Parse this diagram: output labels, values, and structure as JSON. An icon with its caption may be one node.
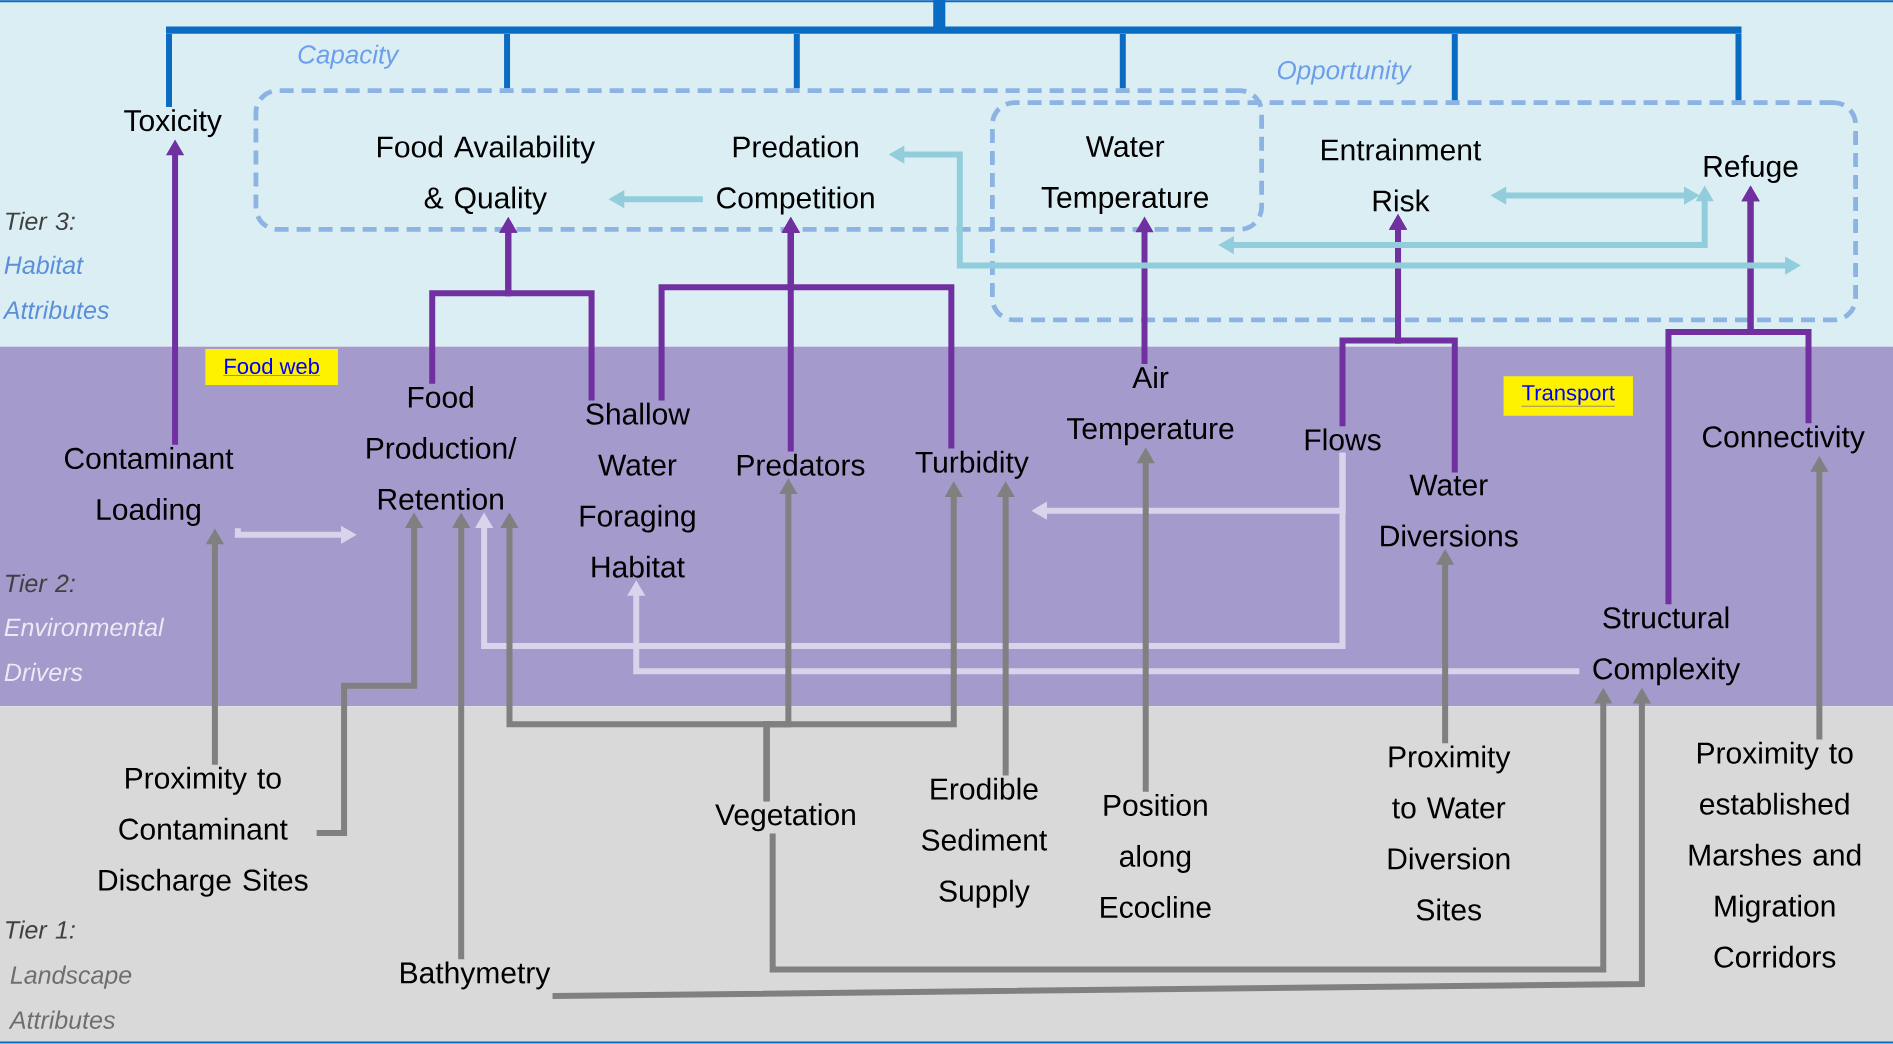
{
  "diagram": {
    "nodes": [
      {
        "text": [
          "Toxicity"
        ]
      },
      {
        "text": [
          "Capacity"
        ]
      },
      {
        "text": [
          "Food Availability & Quality"
        ],
        "in": 1
      },
      {
        "text": [
          "Predation Competition"
        ],
        "in": 1
      },
      {
        "text": [
          "Opportunity"
        ]
      },
      {
        "text": [
          "Water Temperature"
        ]
      },
      {
        "text": [
          "Entrainment Risk"
        ],
        "in": 4
      },
      {
        "text": [
          "Refuge"
        ],
        "in": 4
      },
      {
        "text": [
          "Contaminant Loading"
        ]
      },
      {
        "text": [
          "Food Production/ Retention"
        ]
      },
      {
        "text": [
          "Shallow Water Foraging Habitat"
        ]
      },
      {
        "text": [
          "Predators"
        ]
      },
      {
        "text": [
          "Turbidity"
        ]
      },
      {
        "text": [
          "Air Temperature"
        ]
      },
      {
        "text": [
          "Flows"
        ]
      },
      {
        "text": [
          "Water Diversions"
        ]
      },
      {
        "text": [
          "Connectivity"
        ]
      },
      {
        "text": [
          "Structural Complexity"
        ]
      },
      {
        "text": [
          "Proximity to Contaminant Discharge Sites"
        ]
      },
      {
        "text": [
          "Bathymetry"
        ]
      },
      {
        "text": [
          "Vegetation"
        ]
      },
      {
        "text": [
          "Erodible Sediment Supply"
        ]
      },
      {
        "text": [
          "Position along Ecocline"
        ]
      },
      {
        "text": [
          "Proximity to Water Diversion Sites"
        ]
      },
      {
        "text": [
          "Proximity to established Marshes and Migration Corridors"
        ]
      },
      {
        "text": [
          "Food web"
        ]
      },
      {
        "text": [
          "Transport"
        ]
      },
      {
        "text": [],
        "shape": "bar"
      }
    ],
    "edges": [
      {
        "from": 8,
        "to": 0,
        "arrow": "to",
        "color": "#7030a0"
      },
      {
        "from": 9,
        "to": 2,
        "arrow": "to",
        "color": "#7030a0"
      },
      {
        "from": 10,
        "to": 2,
        "arrow": "to",
        "color": "#7030a0"
      },
      {
        "from": 10,
        "to": 3,
        "arrow": "to",
        "color": "#7030a0"
      },
      {
        "from": 11,
        "to": 3,
        "arrow": "to",
        "color": "#7030a0"
      },
      {
        "from": 12,
        "to": 3,
        "arrow": "to",
        "color": "#7030a0"
      },
      {
        "from": 13,
        "to": 5,
        "arrow": "to",
        "color": "#7030a0"
      },
      {
        "from": 14,
        "to": 6,
        "arrow": "to",
        "color": "#7030a0"
      },
      {
        "from": 15,
        "to": 6,
        "arrow": "to",
        "color": "#7030a0"
      },
      {
        "from": 17,
        "to": 7,
        "arrow": "to",
        "color": "#7030a0"
      },
      {
        "from": 16,
        "to": 7,
        "arrow": "to",
        "color": "#7030a0"
      },
      {
        "from": 3,
        "to": 2,
        "arrow": "to",
        "color": "#92cddc"
      },
      {
        "from": 6,
        "to": 7,
        "arrow": "both",
        "color": "#92cddc"
      },
      {
        "from": 5,
        "to": 7,
        "arrow": "both",
        "color": "#92cddc"
      },
      {
        "from": 3,
        "to": 7,
        "arrow": "both",
        "color": "#92cddc"
      },
      {
        "from": 8,
        "to": 9,
        "arrow": "to",
        "color": "#dad3ec"
      },
      {
        "from": 14,
        "to": 12,
        "arrow": "to",
        "color": "#dad3ec"
      },
      {
        "from": 14,
        "to": 9,
        "arrow": "to",
        "color": "#dad3ec"
      },
      {
        "from": 17,
        "to": 10,
        "arrow": "to",
        "color": "#dad3ec"
      },
      {
        "from": 18,
        "to": 8,
        "arrow": "to"
      },
      {
        "from": 18,
        "to": 9,
        "arrow": "to"
      },
      {
        "from": 19,
        "to": 9,
        "arrow": "to"
      },
      {
        "from": 20,
        "to": 9,
        "arrow": "to"
      },
      {
        "from": 20,
        "to": 11,
        "arrow": "to"
      },
      {
        "from": 20,
        "to": 12,
        "arrow": "to"
      },
      {
        "from": 21,
        "to": 12,
        "arrow": "to"
      },
      {
        "from": 22,
        "to": 13,
        "arrow": "to"
      },
      {
        "from": 23,
        "to": 15,
        "arrow": "to"
      },
      {
        "from": 24,
        "to": 16,
        "arrow": "to"
      },
      {
        "from": 20,
        "to": 17,
        "arrow": "to"
      },
      {
        "from": 19,
        "to": 17,
        "arrow": "to"
      },
      {
        "from": 27,
        "to": 0,
        "arrow": "none",
        "color": "#0a6bc2"
      },
      {
        "from": 27,
        "to": 1,
        "arrow": "none",
        "color": "#0a6bc2"
      },
      {
        "from": 27,
        "to": 1,
        "arrow": "none",
        "color": "#0a6bc2"
      },
      {
        "from": 27,
        "to": 1,
        "arrow": "none",
        "color": "#0a6bc2"
      },
      {
        "from": 27,
        "to": 4,
        "arrow": "none",
        "color": "#0a6bc2"
      },
      {
        "from": 27,
        "to": 4,
        "arrow": "none",
        "color": "#0a6bc2"
      }
    ],
    "labels": [
      "Tier 3:",
      "Habitat Attributes",
      "Tier 2:",
      "Environmental Drivers",
      "Tier 1:",
      "Landscape Attributes"
    ]
  }
}
